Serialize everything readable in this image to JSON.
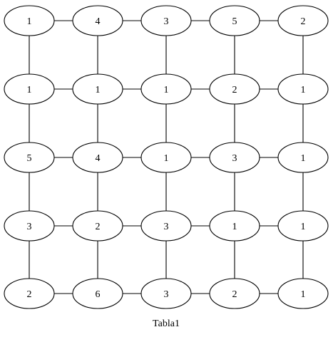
{
  "graph": {
    "caption": "Tabla1",
    "rows": [
      [
        "1",
        "4",
        "3",
        "5",
        "2"
      ],
      [
        "1",
        "1",
        "1",
        "2",
        "1"
      ],
      [
        "5",
        "4",
        "1",
        "3",
        "1"
      ],
      [
        "3",
        "2",
        "3",
        "1",
        "1"
      ],
      [
        "2",
        "6",
        "3",
        "2",
        "1"
      ]
    ],
    "connectivity": "grid: each node linked to its right and bottom neighbours",
    "colors": {
      "stroke": "#000000",
      "node_fill": "#ffffff",
      "background": "#ffffff"
    }
  }
}
